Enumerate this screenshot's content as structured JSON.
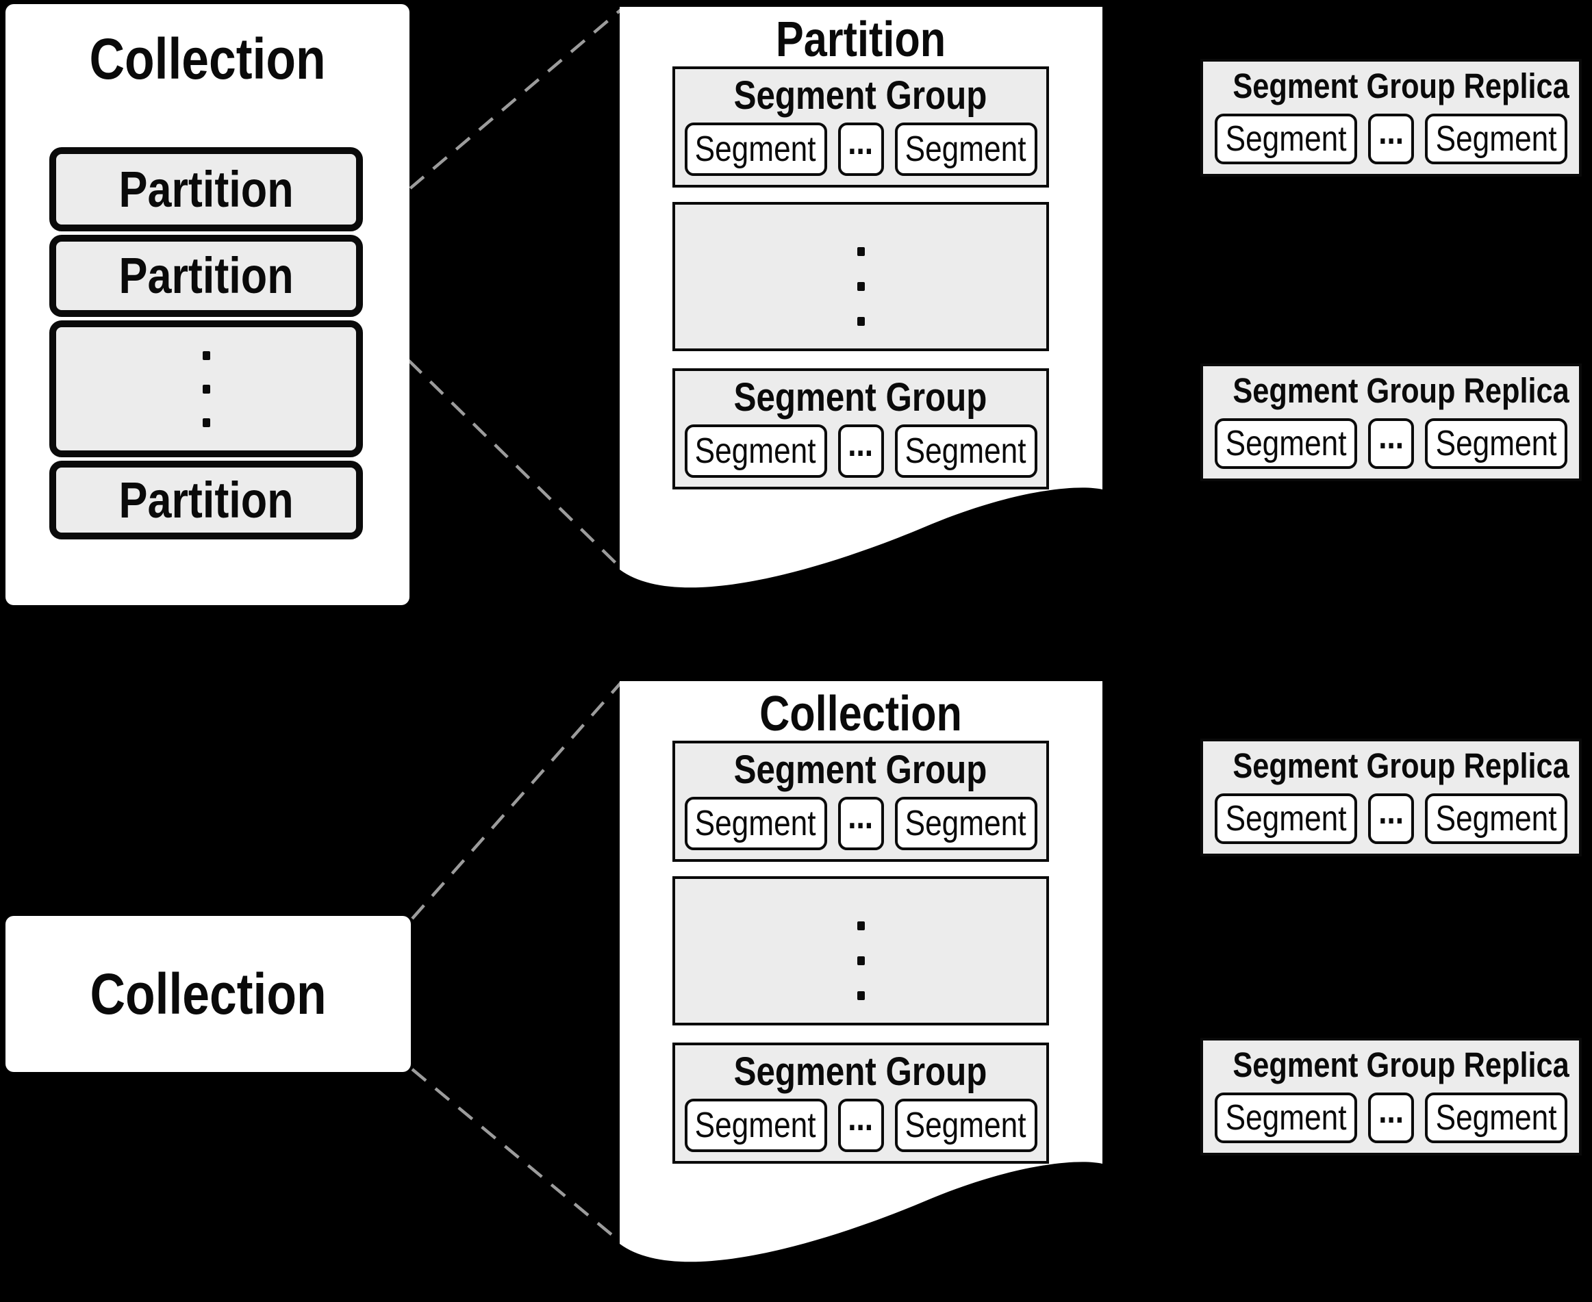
{
  "colors": {
    "background": "#000000",
    "surface": "#ffffff",
    "panel_gray": "#ececec",
    "border": "#0a0a0a",
    "dashed_line": "#9c9c9c"
  },
  "left_collection_card": {
    "title": "Collection",
    "partition_rows": [
      "Partition",
      "Partition",
      "Partition"
    ]
  },
  "partition_document": {
    "title": "Partition",
    "top_group": {
      "title": "Segment Group",
      "segment_left": "Segment",
      "ellipsis": "...",
      "segment_right": "Segment"
    },
    "bottom_group": {
      "title": "Segment Group",
      "segment_left": "Segment",
      "ellipsis": "...",
      "segment_right": "Segment"
    }
  },
  "collection_document": {
    "title": "Collection",
    "top_group": {
      "title": "Segment Group",
      "segment_left": "Segment",
      "ellipsis": "...",
      "segment_right": "Segment"
    },
    "bottom_group": {
      "title": "Segment Group",
      "segment_left": "Segment",
      "ellipsis": "...",
      "segment_right": "Segment"
    }
  },
  "collection_card": {
    "title": "Collection"
  },
  "replicas": [
    {
      "title": "Segment Group Replica",
      "segment_left": "Segment",
      "ellipsis": "...",
      "segment_right": "Segment"
    },
    {
      "title": "Segment Group Replica",
      "segment_left": "Segment",
      "ellipsis": "...",
      "segment_right": "Segment"
    },
    {
      "title": "Segment Group Replica",
      "segment_left": "Segment",
      "ellipsis": "...",
      "segment_right": "Segment"
    },
    {
      "title": "Segment Group Replica",
      "segment_left": "Segment",
      "ellipsis": "...",
      "segment_right": "Segment"
    }
  ]
}
